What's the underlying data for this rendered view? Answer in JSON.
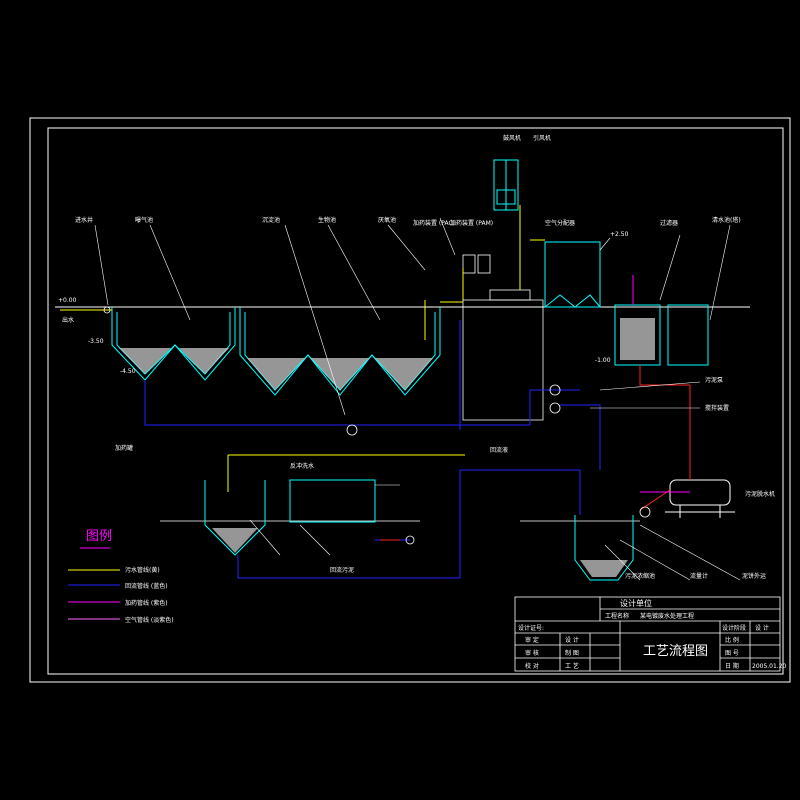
{
  "legend": {
    "title": "图例",
    "items": [
      {
        "label": "污水管线(黄)",
        "color": "#ffff00"
      },
      {
        "label": "回流管线 (蓝色)",
        "color": "#0000ff"
      },
      {
        "label": "加药管线 (紫色)",
        "color": "#ff00ff"
      },
      {
        "label": "空气管线 (淡紫色)",
        "color": "#ff66ff"
      }
    ]
  },
  "labels": {
    "inlet_well": "进水井",
    "aeration": "曝气池",
    "sed_tank": "沉淀池",
    "bio_tank": "生物池",
    "anaerobic": "厌氧池",
    "dosing_pac": "加药装置 (PAC)",
    "dosing_pam": "加药装置 (PAM)",
    "blower": "鼓风机",
    "fan": "引风机",
    "air_dist": "空气分配器",
    "filter_box": "过滤器",
    "clean_tank": "清水池(塔)",
    "outlet": "出水",
    "sludge_pump": "污泥泵",
    "press": "污泥脱水机",
    "mixer": "搅拌装置",
    "cake": "泥饼外运",
    "backwash": "反冲洗水",
    "return_sludge": "回流污泥",
    "reflux": "回流液",
    "sludge_tank": "污泥浓缩池",
    "dosing_tank": "加药罐",
    "flowmeter": "流量计",
    "level_pos": "+0.00",
    "level_a": "-3.50",
    "level_b": "-4.50",
    "level_c": "+2.50",
    "level_d": "-1.00"
  },
  "title_block": {
    "design_unit": "设计单位",
    "project_name_label": "工程名称",
    "project_name": "某电镀废水处理工程",
    "design_no_label": "设计证号:",
    "stage_label": "设计阶段",
    "stage_value": "设 计",
    "review": "审 定",
    "check": "审 核",
    "proofread": "校 对",
    "design": "设 计",
    "draw": "制 图",
    "craft": "工 艺",
    "drawing_title": "工艺流程图",
    "scale_label": "比 例",
    "no_label": "图 号",
    "date_label": "日 期",
    "date_value": "2005.01.20"
  },
  "colors": {
    "frame": "#ffffff",
    "tank": "#00ffff",
    "sewage": "#ffff00",
    "return": "#0000ff",
    "dosing": "#ff00ff",
    "sludge": "#ff0000",
    "label_line": "#ffffff"
  }
}
